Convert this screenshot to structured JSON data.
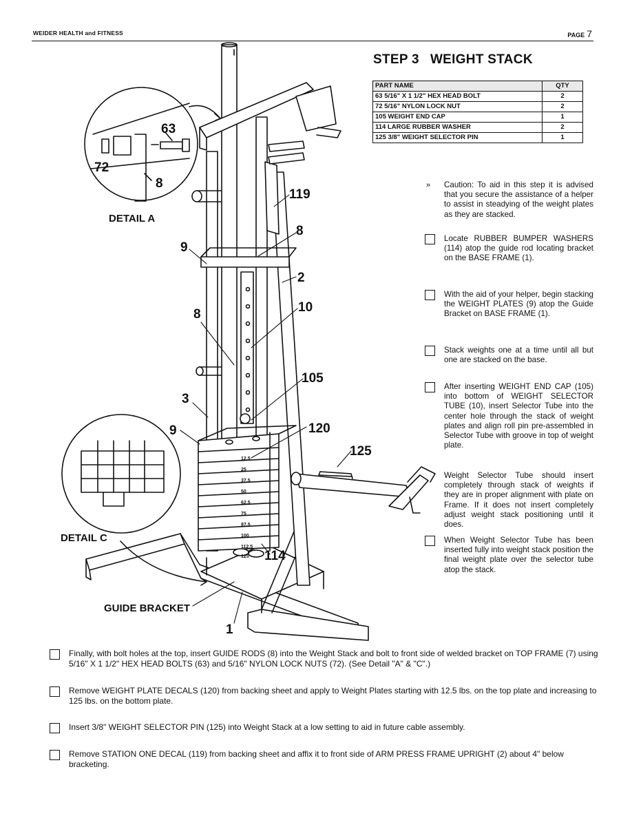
{
  "header": {
    "company": "WEIDER HEALTH and FITNESS",
    "page_label": "PAGE",
    "page_number": "7"
  },
  "step": {
    "number": "STEP 3",
    "title": "WEIGHT STACK"
  },
  "parts_table": {
    "headers": [
      "PART NAME",
      "QTY"
    ],
    "rows": [
      {
        "name": "63   5/16\" X 1 1/2\" HEX HEAD BOLT",
        "qty": "2"
      },
      {
        "name": "72   5/16\" NYLON LOCK NUT",
        "qty": "2"
      },
      {
        "name": "105  WEIGHT END CAP",
        "qty": "1"
      },
      {
        "name": "114  LARGE RUBBER WASHER",
        "qty": "2"
      },
      {
        "name": "125  3/8\" WEIGHT SELECTOR PIN",
        "qty": "1"
      }
    ]
  },
  "instructions": [
    {
      "marker": "»",
      "text": "Caution: To aid in this step it is advised that you secure the assistance of a helper to assist in steadying of the weight plates as they are stacked."
    },
    {
      "marker": "box",
      "text": "Locate RUBBER BUMPER WASHERS (114) atop the guide rod locating bracket on the BASE FRAME (1)."
    },
    {
      "marker": "box",
      "text": "With the aid of your helper, begin stacking the WEIGHT PLATES (9) atop the Guide Bracket on BASE FRAME (1)."
    },
    {
      "marker": "box",
      "text": "Stack weights one at a time until all but one are stacked on the base."
    },
    {
      "marker": "box",
      "text": "After inserting WEIGHT END CAP (105) into bottom of WEIGHT SELECTOR TUBE (10), insert Selector Tube into the center hole through the stack of weight plates and align roll pin pre-assembled in Selector Tube with groove in top of weight plate."
    },
    {
      "marker": "none",
      "text": "Weight Selector Tube should insert completely through stack of weights if they are in proper alignment with plate on Frame. If it does not insert completely adjust weight stack positioning until it does."
    },
    {
      "marker": "box",
      "text": "When Weight Selector Tube has been inserted fully into weight stack position the final weight plate over the selector tube atop the stack."
    }
  ],
  "bottom_steps": [
    "Finally, with bolt holes at the top, insert GUIDE RODS (8) into the Weight Stack and bolt to front side of welded bracket on TOP FRAME (7) using 5/16\" X 1 1/2\" HEX HEAD BOLTS (63) and 5/16\" NYLON LOCK NUTS (72). (See Detail \"A\" & \"C\".)",
    "Remove WEIGHT PLATE DECALS (120) from backing sheet and apply to Weight Plates starting with 12.5 lbs. on the top plate and increasing to 125 lbs. on the bottom plate.",
    "Insert 3/8\" WEIGHT SELECTOR PIN (125) into Weight Stack at a low setting to aid in future cable assembly.",
    "Remove STATION ONE DECAL (119) from backing sheet and affix it to front side of ARM PRESS FRAME UPRIGHT (2) about 4\" below bracketing."
  ],
  "diagram": {
    "callouts": [
      "63",
      "72",
      "8",
      "119",
      "8",
      "9",
      "2",
      "8",
      "10",
      "105",
      "3",
      "9",
      "120",
      "125",
      "114",
      "1"
    ],
    "detail_a_label": "DETAIL A",
    "detail_c_label": "DETAIL C",
    "guide_bracket_label": "GUIDE BRACKET",
    "plate_decals": [
      "12.5",
      "25",
      "37.5",
      "50",
      "62.5",
      "75",
      "87.5",
      "100",
      "112.5",
      "125"
    ]
  }
}
